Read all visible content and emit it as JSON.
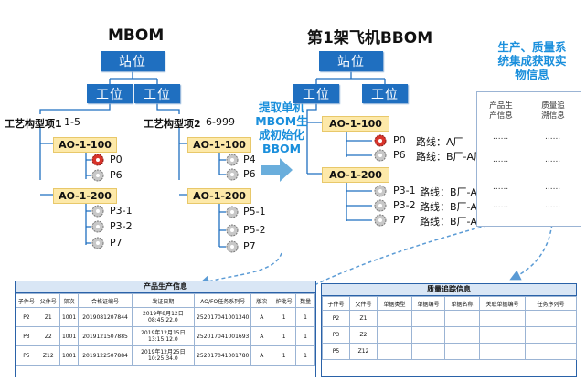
{
  "left": {
    "title": "MBOM",
    "station": "站位",
    "workstations": [
      "工位",
      "工位"
    ],
    "items": [
      {
        "label": "工艺构型项1",
        "range": "1-5"
      },
      {
        "label": "工艺构型项2",
        "range": "6-999"
      }
    ],
    "ao_left": [
      {
        "label": "AO-1-100",
        "parts": [
          "P0",
          "P6"
        ]
      },
      {
        "label": "AO-1-200",
        "parts": [
          "P3-1",
          "P3-2",
          "P7"
        ]
      }
    ],
    "ao_right": [
      {
        "label": "AO-1-100",
        "parts": [
          "P4",
          "P6"
        ]
      },
      {
        "label": "AO-1-200",
        "parts": [
          "P5-1",
          "P5-2",
          "P7"
        ]
      }
    ]
  },
  "middle_text": [
    "提取单机",
    "MBOM生",
    "成初始化",
    "BBOM"
  ],
  "right": {
    "title": "第1架飞机BBOM",
    "station": "站位",
    "workstations": [
      "工位",
      "工位"
    ],
    "ao": [
      {
        "label": "AO-1-100",
        "parts": [
          {
            "part": "P0",
            "route": "路线：A厂"
          },
          {
            "part": "P6",
            "route": "路线：B厂-A厂"
          }
        ]
      },
      {
        "label": "AO-1-200",
        "parts": [
          {
            "part": "P3-1",
            "route": "路线：B厂-A厂"
          },
          {
            "part": "P3-2",
            "route": "路线：B厂-A厂"
          },
          {
            "part": "P7",
            "route": "路线：B厂-A厂"
          }
        ]
      }
    ]
  },
  "side_text": [
    "生产、质量系",
    "统集成获取实",
    "物信息"
  ],
  "info_panel": {
    "col1": [
      "产品生",
      "产信息"
    ],
    "col2": [
      "质量追",
      "溯信息"
    ],
    "dots": "......"
  },
  "production_table": {
    "title": "产品生产信息",
    "headers": [
      "子件号",
      "父件号",
      "架次",
      "合格证编号",
      "发证日期",
      "AO/FO任务系列号",
      "版次",
      "炉批号",
      "数量"
    ],
    "rows": [
      [
        "P2",
        "Z1",
        "1001",
        "2019081207844",
        "2019年8月12日 08:45:22.0",
        "252017041001340",
        "A",
        "1",
        "1"
      ],
      [
        "P3",
        "Z2",
        "1001",
        "2019121507885",
        "2019年12月15日 13:15:12.0",
        "252017041001693",
        "A",
        "1",
        "1"
      ],
      [
        "P5",
        "Z12",
        "1001",
        "2019122507884",
        "2019年12月25日 10:25:34.0",
        "252017041001780",
        "A",
        "1",
        "1"
      ]
    ]
  },
  "quality_table": {
    "title": "质量追踪信息",
    "headers": [
      "子件号",
      "父件号",
      "单据类型",
      "单据编号",
      "单据名称",
      "关联单据编号",
      "任务序列号"
    ],
    "rows": [
      [
        "P2",
        "Z1",
        "",
        "",
        "",
        "",
        ""
      ],
      [
        "P3",
        "Z2",
        "",
        "",
        "",
        "",
        ""
      ],
      [
        "P5",
        "Z12",
        "",
        "",
        "",
        "",
        ""
      ]
    ]
  },
  "colors": {
    "blue_box": "#1f6fc0",
    "ao_fill": "#fde9a9",
    "accent_text": "#1a8fdc",
    "arrow": "#5b9bd5",
    "gear": "#a8a8a8",
    "gear_red": "#d9342b"
  }
}
